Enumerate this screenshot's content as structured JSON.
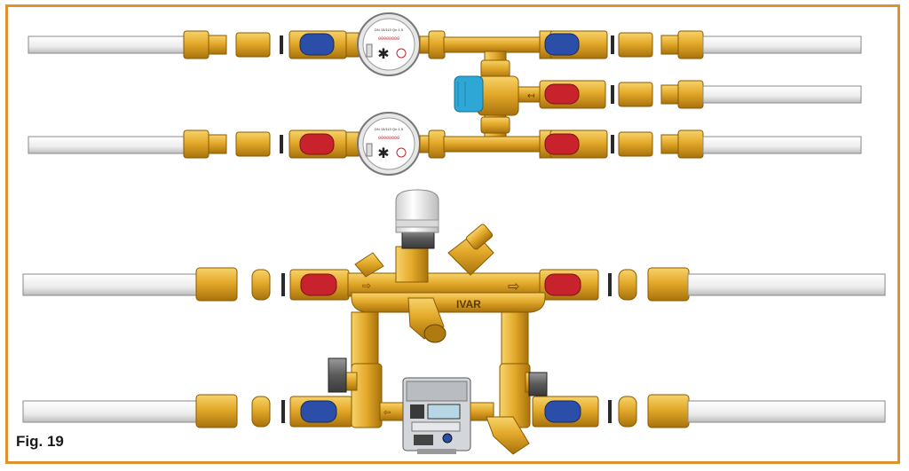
{
  "figure": {
    "caption": "Fig. 19",
    "frame_color": "#e0912f"
  },
  "unit_top": {
    "meter_upper": {
      "display": "00000000",
      "scale_text": "DN 15/110 Qn 1,5"
    },
    "meter_lower": {
      "display": "00000000",
      "scale_text": "DN 15/110 Qn 1,5"
    },
    "mixing_valve_knob_color": "#2fa7d6"
  },
  "unit_bottom": {
    "brand_text": "IVAR",
    "flow_arrow": "⇨",
    "flow_arrow_back": "⇦",
    "controller": {
      "screen_text": "",
      "label": ""
    }
  },
  "colors": {
    "brass": "#e3a92a",
    "brass_dark": "#b07a10",
    "pipe": "#f2f2f2",
    "handle_blue": "#2b4ea8",
    "handle_red": "#c8232c"
  }
}
